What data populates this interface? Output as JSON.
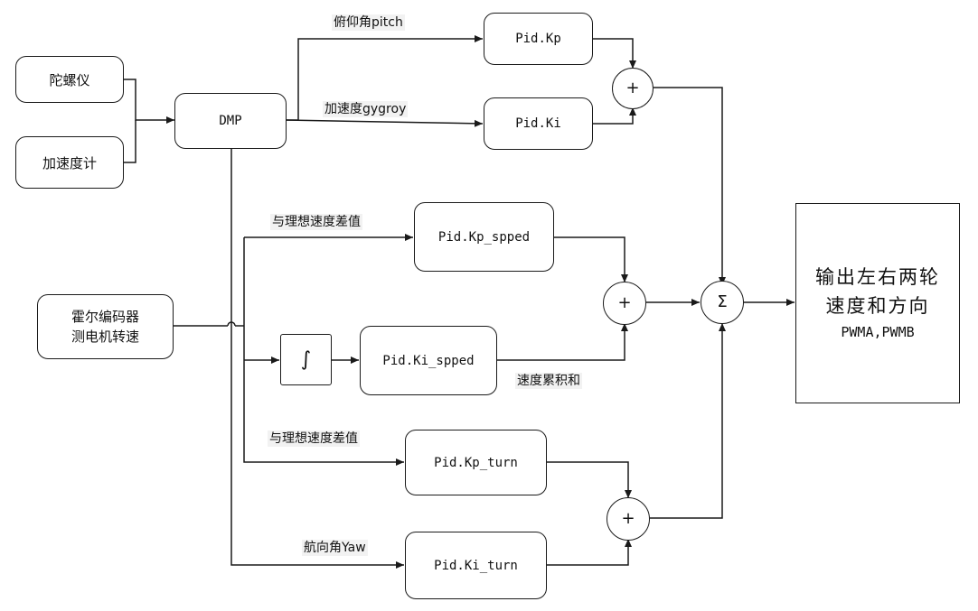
{
  "inputs": {
    "gyroscope": "陀螺仪",
    "accelerometer": "加速度计",
    "hall_encoder_line1": "霍尔编码器",
    "hall_encoder_line2": "测电机转速"
  },
  "dmp": "DMP",
  "integrator_symbol": "∫",
  "pid_blocks": {
    "kp": "Pid.Kp",
    "ki": "Pid.Ki",
    "kp_speed": "Pid.Kp_spped",
    "ki_speed": "Pid.Ki_spped",
    "kp_turn": "Pid.Kp_turn",
    "ki_turn": "Pid.Ki_turn"
  },
  "signal_labels": {
    "pitch": "俯仰角pitch",
    "accel_gyro": "加速度gygroy",
    "speed_diff_1": "与理想速度差值",
    "speed_sum": "速度累积和",
    "speed_diff_2": "与理想速度差值",
    "yaw": "航向角Yaw"
  },
  "summers": {
    "plus": "+",
    "sigma": "Σ"
  },
  "output": {
    "line1": "输出左右两轮",
    "line2": "速度和方向",
    "line3": "PWMA,PWMB"
  }
}
